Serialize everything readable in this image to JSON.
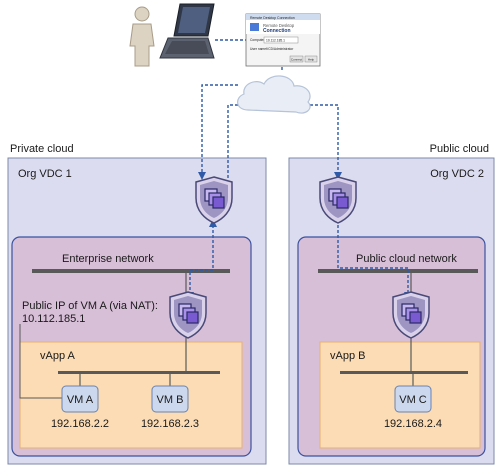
{
  "dialog": {
    "window_title": "Remote Desktop Connection",
    "header_line1": "Remote Desktop",
    "header_line2": "Connection",
    "computer_label": "Computer:",
    "computer_value": "10.112.185.1",
    "username_label": "User name:",
    "username_value": "VCD\\Administrator",
    "button_connect": "Connect",
    "button_help": "Help"
  },
  "regions": {
    "private_cloud": "Private cloud",
    "public_cloud": "Public cloud",
    "org_vdc_1": "Org VDC 1",
    "org_vdc_2": "Org VDC 2"
  },
  "networks": {
    "enterprise": "Enterprise network",
    "public_cloud": "Public cloud network"
  },
  "nat_note": {
    "line1": "Public IP of VM A (via NAT):",
    "line2": "10.112.185.1"
  },
  "vapps": {
    "a": "vApp A",
    "b": "vApp B"
  },
  "vms": [
    {
      "name": "VM A",
      "ip": "192.168.2.2"
    },
    {
      "name": "VM B",
      "ip": "192.168.2.3"
    },
    {
      "name": "VM C",
      "ip": "192.168.2.4"
    }
  ],
  "colors": {
    "org_vdc_fill": "#dcdcf0",
    "org_vdc_border": "#7c8aa8",
    "network_fill": "#d8bfd8",
    "network_border": "#3a52a0",
    "vapp_fill": "#fcdcb4",
    "vapp_border": "#e8b070",
    "link_dashed": "#2e5aa8",
    "shield": "#9e95c3"
  },
  "icons": {
    "user": "person-icon",
    "laptop": "laptop-icon",
    "cloud": "cloud-icon",
    "edge_gateway": "shield-vm-icon"
  }
}
